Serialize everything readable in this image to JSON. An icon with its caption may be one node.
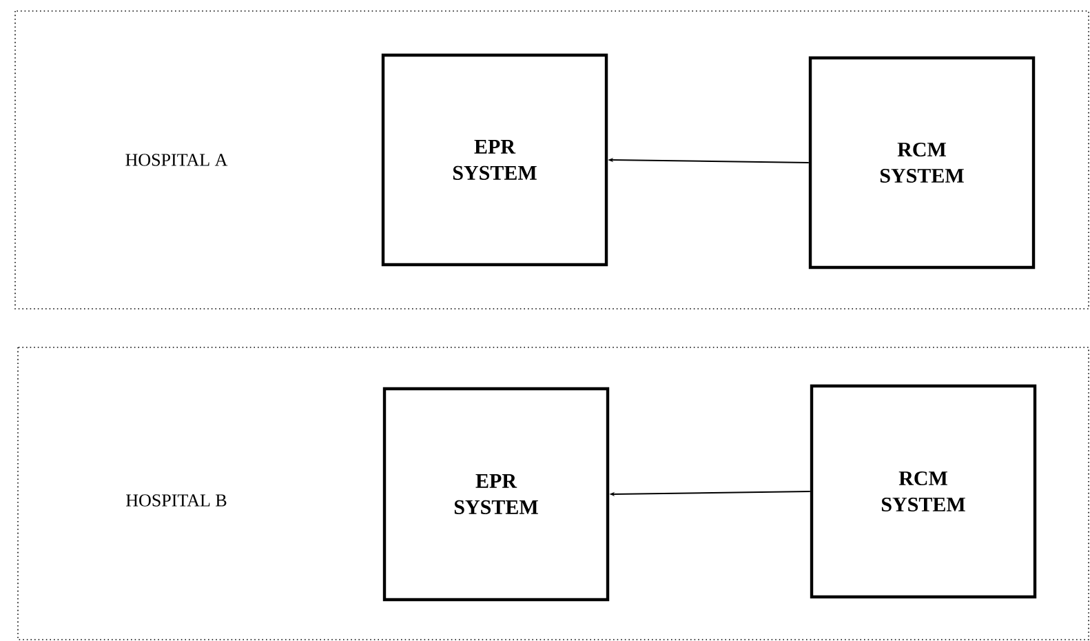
{
  "diagram": {
    "nodes": [
      {
        "text": [
          "HOSPITAL A"
        ]
      },
      {
        "text": [
          "EPR SYSTEM"
        ],
        "in": 0
      },
      {
        "text": [
          "RCM SYSTEM"
        ],
        "in": 0
      },
      {
        "text": [
          "HOSPITAL B"
        ]
      },
      {
        "text": [
          "EPR SYSTEM"
        ],
        "in": 3
      },
      {
        "text": [
          "RCM SYSTEM"
        ],
        "in": 3
      }
    ],
    "edges": [
      {
        "from": 2,
        "to": 1,
        "arrow": "to"
      },
      {
        "from": 5,
        "to": 4,
        "arrow": "to"
      }
    ]
  }
}
